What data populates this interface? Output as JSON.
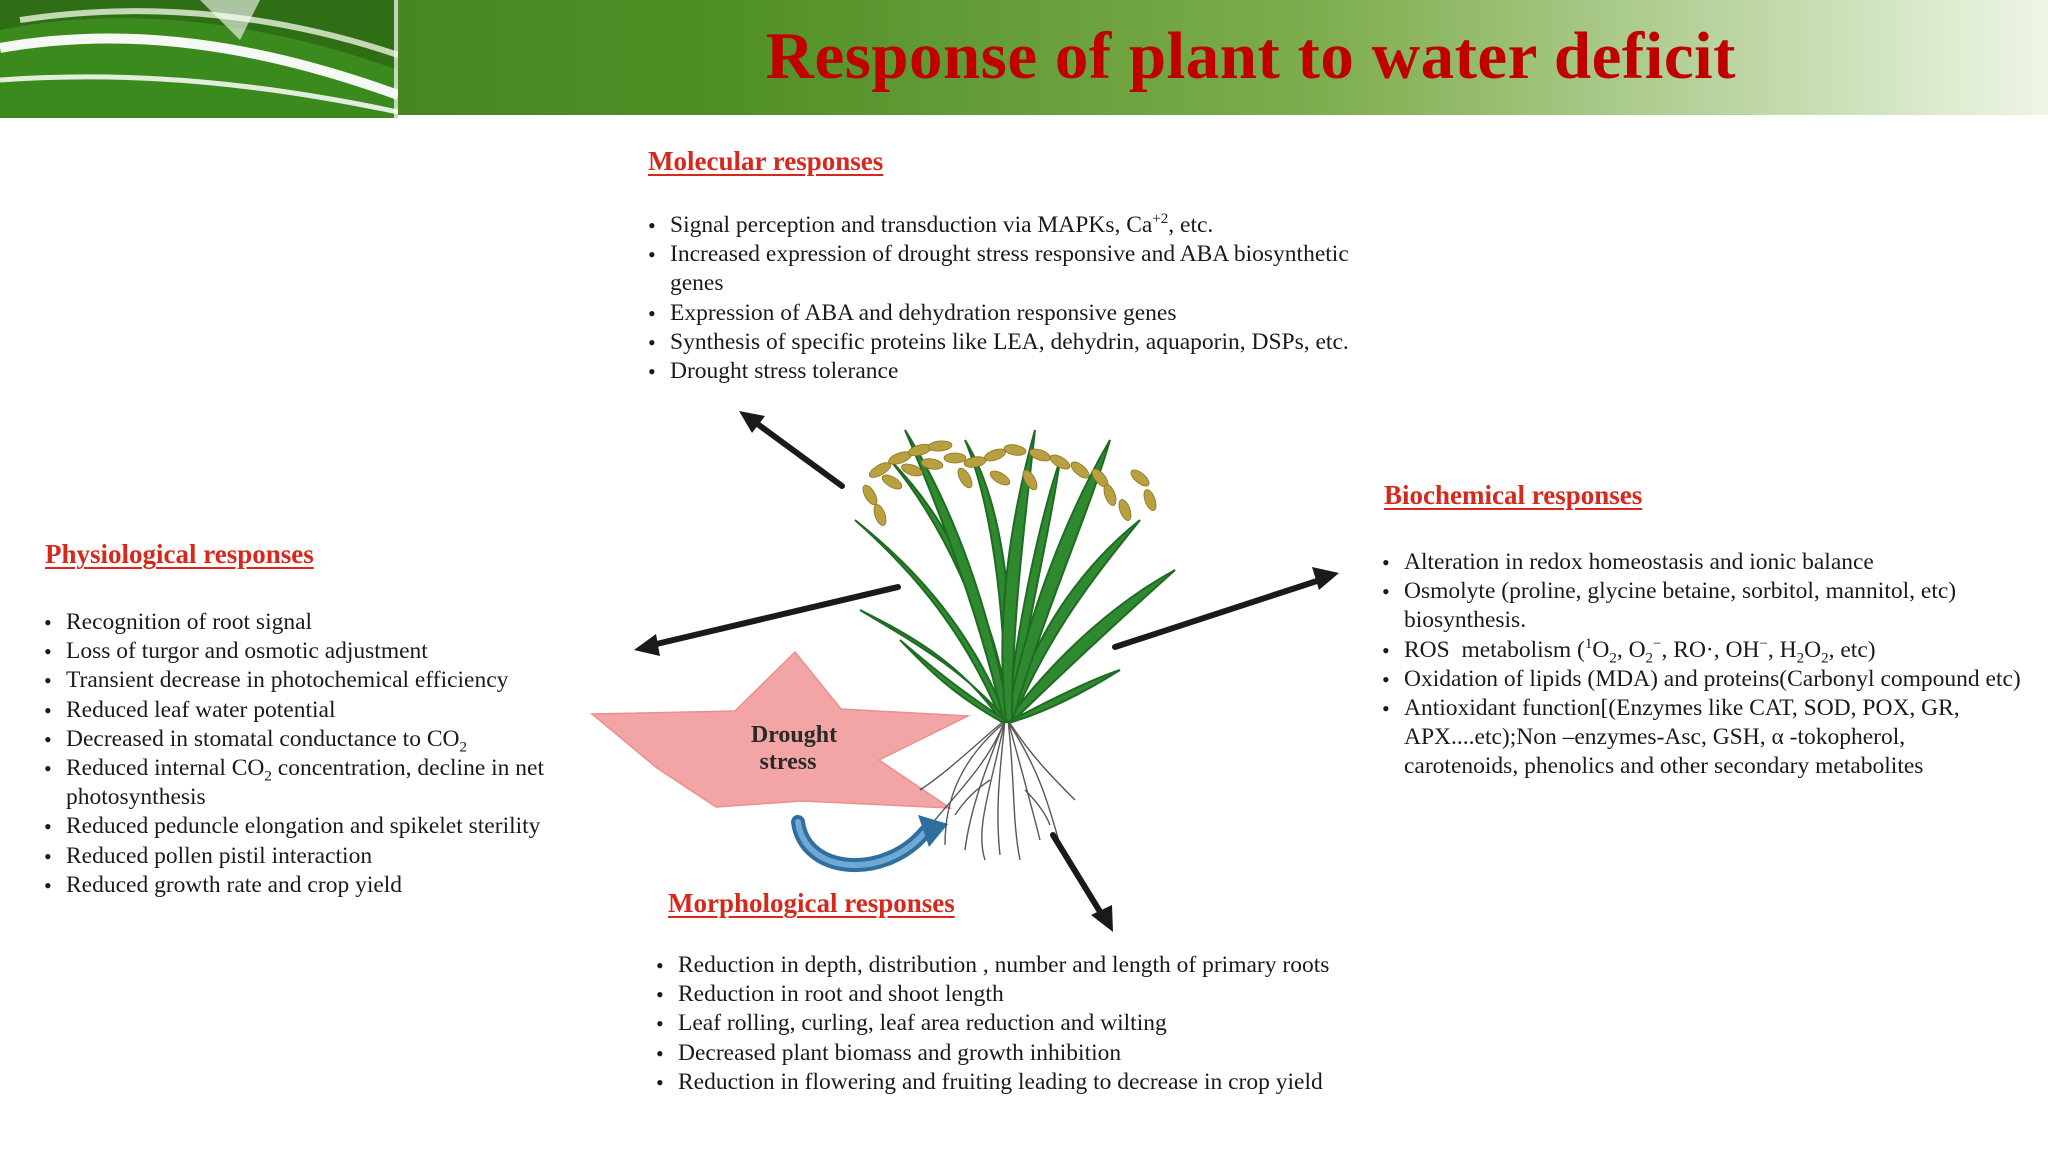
{
  "title": "Response of plant to water deficit",
  "center": {
    "label_line1": "Drought",
    "label_line2": "stress"
  },
  "molecular": {
    "heading": "Molecular  responses",
    "items": [
      "Signal perception and transduction via MAPKs, Ca+2, etc.",
      "Increased expression of drought stress responsive and ABA biosynthetic genes",
      "Expression of ABA  and dehydration responsive genes",
      "Synthesis of specific proteins like LEA, dehydrin, aquaporin, DSPs, etc.",
      "Drought stress tolerance"
    ]
  },
  "physiological": {
    "heading": "Physiological responses",
    "items": [
      "Recognition of root signal",
      "Loss of turgor and osmotic adjustment",
      "Transient decrease in photochemical efficiency",
      "Reduced leaf water potential",
      "Decreased in stomatal conductance to CO2",
      "Reduced internal CO2 concentration, decline in net photosynthesis",
      "Reduced peduncle elongation and spikelet sterility",
      "Reduced pollen pistil interaction",
      "Reduced growth rate and crop yield"
    ]
  },
  "biochemical": {
    "heading": "Biochemical responses",
    "items": [
      "Alteration in redox homeostasis and ionic balance",
      "Osmolyte (proline, glycine betaine, sorbitol, mannitol, etc) biosynthesis.",
      "ROS  metabolism (1O2, O2−, RO·, OH−, H2O2, etc)",
      "Oxidation of  lipids (MDA) and proteins(Carbonyl compound  etc)",
      "Antioxidant  function[(Enzymes like CAT, SOD, POX, GR, APX....etc);Non –enzymes-Asc, GSH, α -tokopherol, carotenoids, phenolics and other secondary metabolites"
    ]
  },
  "morphological": {
    "heading": "Morphological responses",
    "items": [
      "Reduction in depth, distribution , number and  length of primary roots",
      "Reduction in root and shoot length",
      "Leaf rolling, curling, leaf area reduction and wilting",
      "Decreased plant biomass and growth inhibition",
      "Reduction in flowering and fruiting  leading to decrease in crop yield"
    ]
  },
  "colors": {
    "title": "#c00000",
    "heading": "#d6281d",
    "banner_green": "#4f8f25",
    "star_fill": "#f3a4a4",
    "cycle_arrow": "#2e6fa0",
    "leaf_green": "#2f8a2f",
    "grain_gold": "#b8a040"
  },
  "icons": [
    "rice-plant-illustration",
    "drought-star",
    "cycle-arrow-icon",
    "direction-arrow"
  ]
}
